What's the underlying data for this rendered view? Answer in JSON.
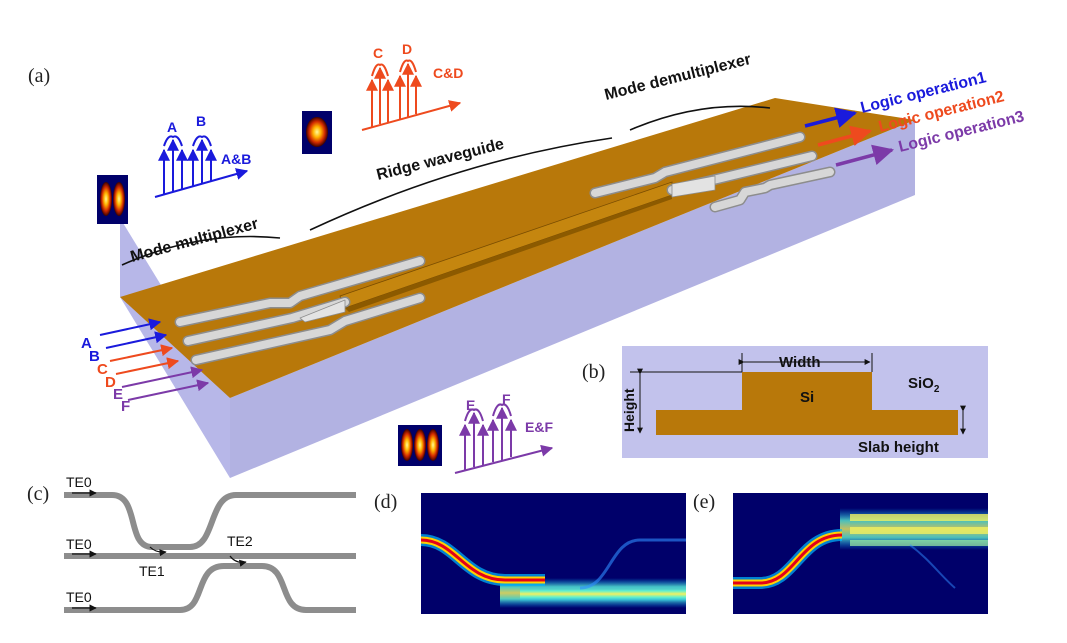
{
  "panels": {
    "a": "(a)",
    "b": "(b)",
    "c": "(c)",
    "d": "(d)",
    "e": "(e)"
  },
  "colors": {
    "blue": "#1a1adc",
    "red": "#ee4a1e",
    "purple": "#7c3aa8",
    "chip_top": "#b8780a",
    "chip_side": "#b7b7e8",
    "waveguide": "#cfcfcf",
    "mode_bg": "#00006a"
  },
  "sections": {
    "mode_multiplexer": "Mode multiplexer",
    "ridge_waveguide": "Ridge waveguide",
    "mode_demultiplexer": "Mode demultiplexer"
  },
  "outputs": [
    "Logic operation1",
    "Logic operation2",
    "Logic operation3"
  ],
  "inputs": [
    "A",
    "B",
    "C",
    "D",
    "E",
    "F"
  ],
  "signals": {
    "ab": {
      "p1": "A",
      "p2": "B",
      "result": "A&B"
    },
    "cd": {
      "p1": "C",
      "p2": "D",
      "result": "C&D"
    },
    "ef": {
      "p1": "E",
      "p2": "F",
      "result": "E&F"
    }
  },
  "cross_section": {
    "width": "Width",
    "height": "Height",
    "core": "Si",
    "cladding": "SiO",
    "cladding_sub": "2",
    "slab": "Slab height"
  },
  "coupler": {
    "in_top": "TE0",
    "in_mid": "TE0",
    "in_bot": "TE0",
    "mode1": "TE1",
    "mode2": "TE2"
  }
}
